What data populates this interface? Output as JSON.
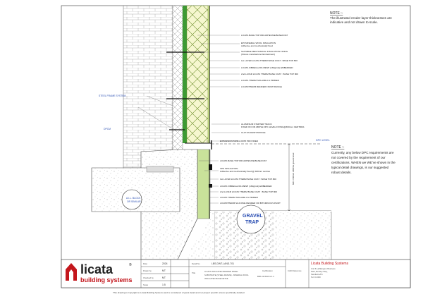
{
  "notes": {
    "top": {
      "heading": "NOTE :-",
      "lines": [
        "The illustrated render layer thicknesses are",
        "indicative and not drawn to scale."
      ]
    },
    "right": {
      "heading": "NOTE :-",
      "lines": [
        "Currently, any below DPC requirements are",
        "not covered by the requirement of our",
        "certifications. WHEN we WE've shown in the",
        "typical detail drawings, is our suggested",
        "robust details."
      ]
    }
  },
  "labels_upper": [
    "LICATA BASE TOP 800 ADHESIVE/BASECOAT",
    "EHI MINERAL WOOL INSULATION",
    "Adhesive and mechanically fixed",
    "SUITABLE MECHANICAL INSULATION FIXING",
    "(Fixture manufacturer Embedment)",
    "1st LAYER LICATA THERM BASE COAT : BASE TOP 800",
    "LICATA FIBREGLASS MESH (160g/m2) EMBEDDED",
    "2nd LAYER LICATA THERM BASE COAT : BASE TOP 800",
    "LICATA THERM SOLAIRE LS PRIMER",
    "LICATATHERM RENDER FINISH RANGE"
  ],
  "labels_lower_a": [
    "ALUMINIUM STARTER TRACK",
    "FIXED ON OR ABOVE DPC LEVEL FIXING@300mm CENTRES",
    "CLIP ON DRIP PROFILE"
  ],
  "labels_lower_b": [
    "EXPANSION TAPE & DPM PROVIDED",
    "LICATA BASE TOP 800 ADHESIVE/BASECOAT",
    "XPS INSULATION",
    "Adhesive and mechanically fixed @ 400mm centres",
    "1st LAYER LICATA THERM BASE COAT : BASE TOP 800",
    "LICATA FIBREGLASS MESH (160g/m2) EMBEDDED",
    "2nd LAYER LICATA THERM BASE COAT : BASE TOP 800",
    "LICATA THERM SOLAIRE LS PRIMER",
    "LICATATHERM SILICONE RENDER OR BITUMINOUS PAINT"
  ],
  "left_labels": {
    "steel_frame": "STEEL FRAME SYSTEM",
    "dpc_left": "DPCM"
  },
  "dpc_level": "DPC LEVEL",
  "dim_text": "MIN. 150mm ABOVE ground level",
  "fill_label": [
    "A.I.L. BLOCK",
    "OR SIMILAR"
  ],
  "gravel": [
    "GRAVEL",
    "TRAP"
  ],
  "logo": {
    "word": "licata",
    "sub": "building systems",
    "reg": "®"
  },
  "title_block": {
    "date_label": "Date",
    "date_value": "2024",
    "drawn_label": "Drawn by",
    "drawn_value": "MT",
    "checked_label": "Checked by",
    "checked_value": "MT",
    "scale_label": "Scale",
    "scale_value": "1:5",
    "detail_label": "Detail No",
    "detail_value": "LBS-DWT-LAND-701",
    "title_label": "Title",
    "title_lines": [
      "LICATA INSULATED RENDER PANEL",
      "SUBSTRATE (STEEL FRAME) - MINERAL WOOL",
      "INSULATED BASE DETAIL"
    ],
    "certification_label": "Certification",
    "certification_value": "BBA 12/4934 & 4.4",
    "rev_label": "CAD Reference",
    "company": "Licata Building Systems",
    "address": [
      "Unit 6 Lathkington Business",
      "Park, Bentley Way,",
      "Sandiacre/Pn",
      "Tel: 01 000"
    ]
  },
  "footer": "This drawing is Copyright to Licata Building Systems and is considered of grant detail and not project specific unless specifically detailed."
}
